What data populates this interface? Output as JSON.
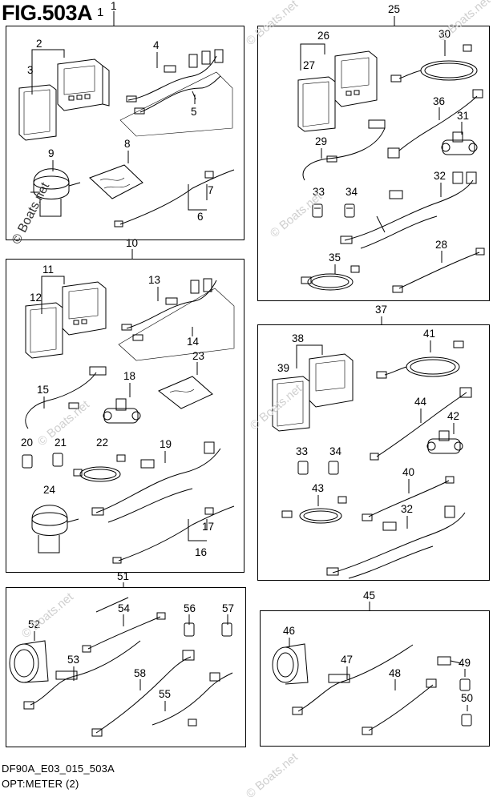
{
  "figure": {
    "id": "FIG.503A",
    "page_ref": "1"
  },
  "footer": {
    "model_code": "DF90A_E03_015_503A",
    "section": "OPT:METER (2)"
  },
  "watermarks": [
    "© Boats.net",
    "© Boats.net",
    "© Boats.net",
    "© Boats.net",
    "© Boats.net",
    "© Boats.net",
    "© Boats.net",
    "© Boats.net"
  ],
  "kits": [
    {
      "ref": "1",
      "parts": [
        "2",
        "3",
        "4",
        "5",
        "6",
        "7",
        "8",
        "9"
      ]
    },
    {
      "ref": "25",
      "parts": [
        "26",
        "27",
        "28",
        "29",
        "30",
        "31",
        "32",
        "33",
        "34",
        "35",
        "36"
      ]
    },
    {
      "ref": "10",
      "parts": [
        "11",
        "12",
        "13",
        "14",
        "15",
        "16",
        "17",
        "18",
        "19",
        "20",
        "21",
        "22",
        "23",
        "24"
      ]
    },
    {
      "ref": "37",
      "parts": [
        "32",
        "33",
        "34",
        "38",
        "39",
        "40",
        "41",
        "42",
        "43",
        "44"
      ]
    },
    {
      "ref": "51",
      "parts": [
        "52",
        "53",
        "54",
        "55",
        "56",
        "57",
        "58"
      ]
    },
    {
      "ref": "45",
      "parts": [
        "46",
        "47",
        "48",
        "49",
        "50"
      ]
    }
  ],
  "labels": {
    "l1": "1",
    "l2": "2",
    "l3": "3",
    "l4": "4",
    "l5": "5",
    "l6": "6",
    "l7": "7",
    "l8": "8",
    "l9": "9",
    "l10": "10",
    "l11": "11",
    "l12": "12",
    "l13": "13",
    "l14": "14",
    "l15": "15",
    "l16": "16",
    "l17": "17",
    "l18": "18",
    "l19": "19",
    "l20": "20",
    "l21": "21",
    "l22": "22",
    "l23": "23",
    "l24": "24",
    "l25": "25",
    "l26": "26",
    "l27": "27",
    "l28": "28",
    "l29": "29",
    "l30": "30",
    "l31": "31",
    "l32": "32",
    "l33": "33",
    "l34": "34",
    "l35": "35",
    "l36": "36",
    "l37": "37",
    "l38": "38",
    "l39": "39",
    "l40": "40",
    "l41": "41",
    "l42": "42",
    "l43": "43",
    "l44": "44",
    "l32b": "32",
    "l33b": "33",
    "l34b": "34",
    "l45": "45",
    "l46": "46",
    "l47": "47",
    "l48": "48",
    "l49": "49",
    "l50": "50",
    "l51": "51",
    "l52": "52",
    "l53": "53",
    "l54": "54",
    "l55": "55",
    "l56": "56",
    "l57": "57",
    "l58": "58"
  }
}
